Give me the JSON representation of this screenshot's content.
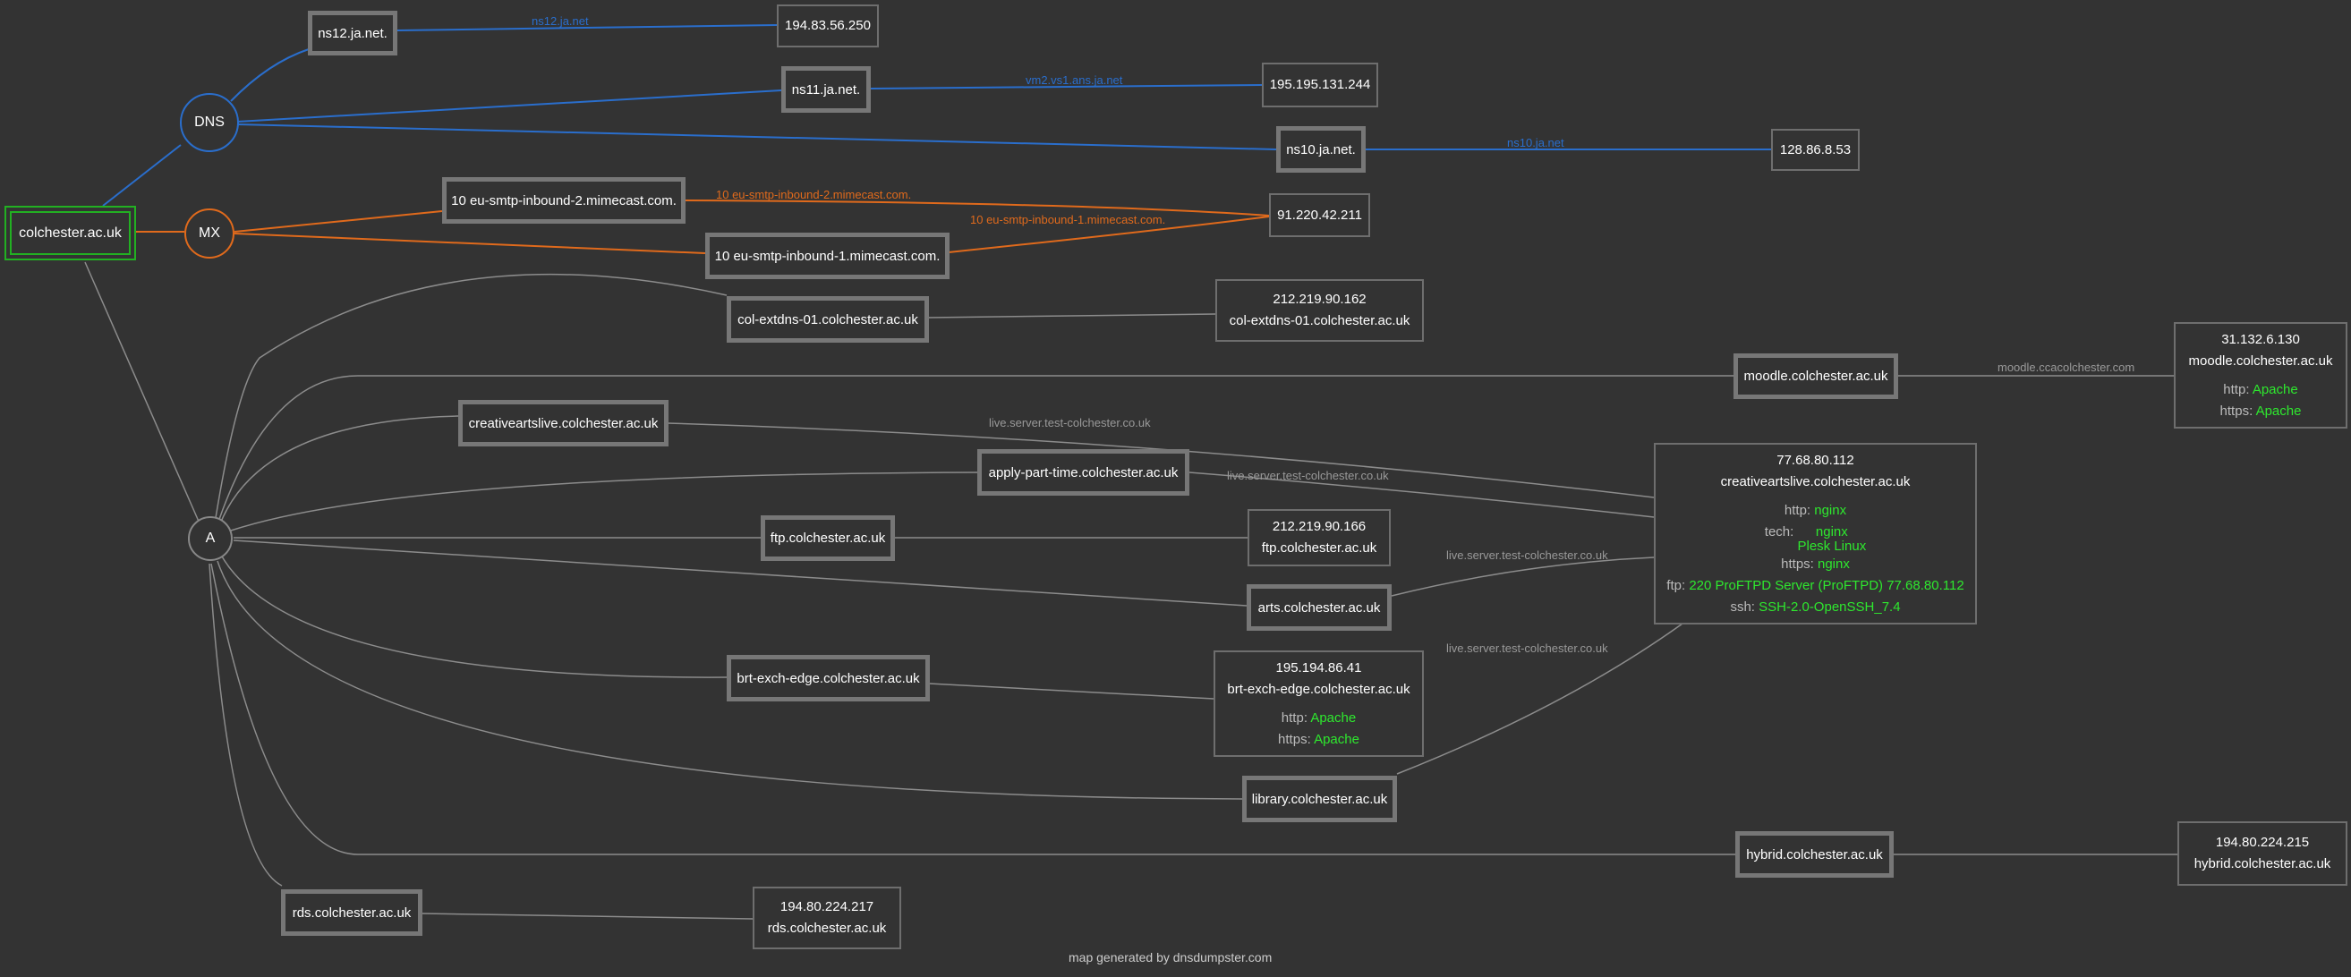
{
  "colors": {
    "background": "#333333",
    "dns_edge": "#2a6ecc",
    "mx_edge": "#e06a1c",
    "a_edge": "#8c8c8c",
    "root_border": "#22b022",
    "service_value": "#2ee82e"
  },
  "root": {
    "label": "colchester.ac.uk"
  },
  "hubs": {
    "dns": "DNS",
    "mx": "MX",
    "a": "A"
  },
  "dns": {
    "ns12": {
      "host": "ns12.ja.net.",
      "edge_label": "ns12.ja.net",
      "ip": "194.83.56.250"
    },
    "ns11": {
      "host": "ns11.ja.net.",
      "edge_label": "vm2.vs1.ans.ja.net",
      "ip": "195.195.131.244"
    },
    "ns10": {
      "host": "ns10.ja.net.",
      "edge_label": "ns10.ja.net",
      "ip": "128.86.8.53"
    }
  },
  "mx": {
    "mx2": {
      "host": "10 eu-smtp-inbound-2.mimecast.com.",
      "edge_label": "10 eu-smtp-inbound-2.mimecast.com."
    },
    "mx1": {
      "host": "10 eu-smtp-inbound-1.mimecast.com.",
      "edge_label": "10 eu-smtp-inbound-1.mimecast.com."
    },
    "ip": "91.220.42.211"
  },
  "a": {
    "col_extdns": {
      "host": "col-extdns-01.colchester.ac.uk",
      "ip": "212.219.90.162",
      "rdns": "col-extdns-01.colchester.ac.uk"
    },
    "moodle": {
      "host": "moodle.colchester.ac.uk",
      "edge_label": "moodle.ccacolchester.com",
      "ip": "31.132.6.130",
      "rdns": "moodle.colchester.ac.uk",
      "http_k": "http:",
      "http_v": "Apache",
      "https_k": "https:",
      "https_v": "Apache"
    },
    "creativeartslive": {
      "host": "creativeartslive.colchester.ac.uk",
      "edge_label": "live.server.test-colchester.co.uk"
    },
    "apply": {
      "host": "apply-part-time.colchester.ac.uk",
      "edge_label": "live.server.test-colchester.co.uk"
    },
    "ftp": {
      "host": "ftp.colchester.ac.uk",
      "ip": "212.219.90.166",
      "rdns": "ftp.colchester.ac.uk"
    },
    "arts": {
      "host": "arts.colchester.ac.uk",
      "edge_label": "live.server.test-colchester.co.uk"
    },
    "brt": {
      "host": "brt-exch-edge.colchester.ac.uk",
      "ip": "195.194.86.41",
      "rdns": "brt-exch-edge.colchester.ac.uk",
      "http_k": "http:",
      "http_v": "Apache",
      "https_k": "https:",
      "https_v": "Apache"
    },
    "library": {
      "host": "library.colchester.ac.uk",
      "edge_label": "live.server.test-colchester.co.uk"
    },
    "hybrid": {
      "host": "hybrid.colchester.ac.uk",
      "ip": "194.80.224.215",
      "rdns": "hybrid.colchester.ac.uk"
    },
    "rds": {
      "host": "rds.colchester.ac.uk",
      "ip": "194.80.224.217",
      "rdns": "rds.colchester.ac.uk"
    }
  },
  "shared_server": {
    "ip": "77.68.80.112",
    "rdns": "creativeartslive.colchester.ac.uk",
    "http_k": "http:",
    "http_v": "nginx",
    "tech_k": "tech:",
    "tech_v1": "nginx",
    "tech_v2": "Plesk Linux",
    "https_k": "https:",
    "https_v": "nginx",
    "ftp_k": "ftp:",
    "ftp_v": "220 ProFTPD Server (ProFTPD) 77.68.80.112",
    "ssh_k": "ssh:",
    "ssh_v": "SSH-2.0-OpenSSH_7.4"
  },
  "footer": "map generated by dnsdumpster.com"
}
